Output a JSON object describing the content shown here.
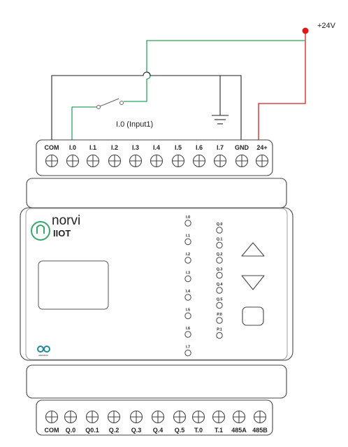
{
  "supply_label": "+24V",
  "switch_label": "I.0 (Input1)",
  "top_terminals": [
    "COM",
    "I.0",
    "I.1",
    "I.2",
    "I.3",
    "I.4",
    "I.5",
    "I.6",
    "I.7",
    "GND",
    "24+"
  ],
  "bottom_terminals": [
    "COM",
    "Q.0",
    "Q0.1",
    "Q.2",
    "Q.3",
    "Q.4",
    "Q.5",
    "T.0",
    "T.1",
    "485A",
    "485B"
  ],
  "input_leds": [
    "I.0",
    "I.1",
    "I.2",
    "I.3",
    "I.4",
    "I.5",
    "I.6",
    "I.7"
  ],
  "output_leds": [
    "Q.0",
    "Q.1",
    "Q.2",
    "Q.3",
    "Q.4",
    "Q.5",
    "P.0",
    "P.1"
  ],
  "brand": {
    "name": "norvi",
    "sub": "IIOT",
    "footer_mark": "ARDUINO"
  },
  "colors": {
    "positive_wire": "#d62020",
    "input_wire": "#2aa55c",
    "ground_wire": "#222222",
    "outline": "#444444",
    "logo": "#38a86a",
    "arduino": "#1f8a9c"
  }
}
